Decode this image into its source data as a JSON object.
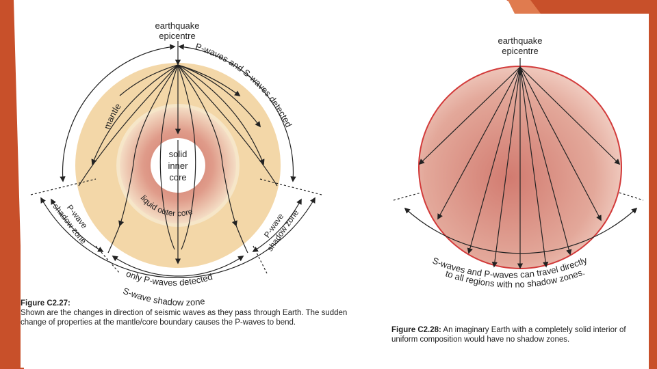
{
  "slide": {
    "accent_color": "#c8502a",
    "accent_light": "#e07b4f"
  },
  "figure_left": {
    "epicentre_label": "earthquake\nepicentre",
    "p_and_s_label": "P-waves and S-waves detected",
    "mantle_label": "mantle",
    "inner_core_label": "solid\ninner\ncore",
    "outer_core_label": "liquid outer core",
    "p_shadow_left_label": "P-wave\nshadow zone",
    "p_shadow_right_label": "P-wave\nshadow zone",
    "only_p_label": "only P-waves detected",
    "s_shadow_label": "S-wave shadow zone",
    "caption_title": "Figure C2.27:",
    "caption_text": "Shown are the changes in direction of seismic waves as they pass through Earth. The sudden change of properties at the mantle/core boundary causes the P-waves to bend.",
    "colors": {
      "mantle": "#f3d7a8",
      "outer_core": "#f6e6c8",
      "inner_core": "#dc8d7e"
    }
  },
  "figure_right": {
    "epicentre_label": "earthquake\nepicentre",
    "bottom_label_line1": "S-waves and P-waves can travel directly",
    "bottom_label_line2": "to all regions with no shadow zones.",
    "caption_title": "Figure C2.28:",
    "caption_text": "An imaginary Earth with a completely solid interior of uniform composition would have no shadow zones.",
    "colors": {
      "edge": "#d23a3a",
      "fill": "#d98b82"
    }
  }
}
